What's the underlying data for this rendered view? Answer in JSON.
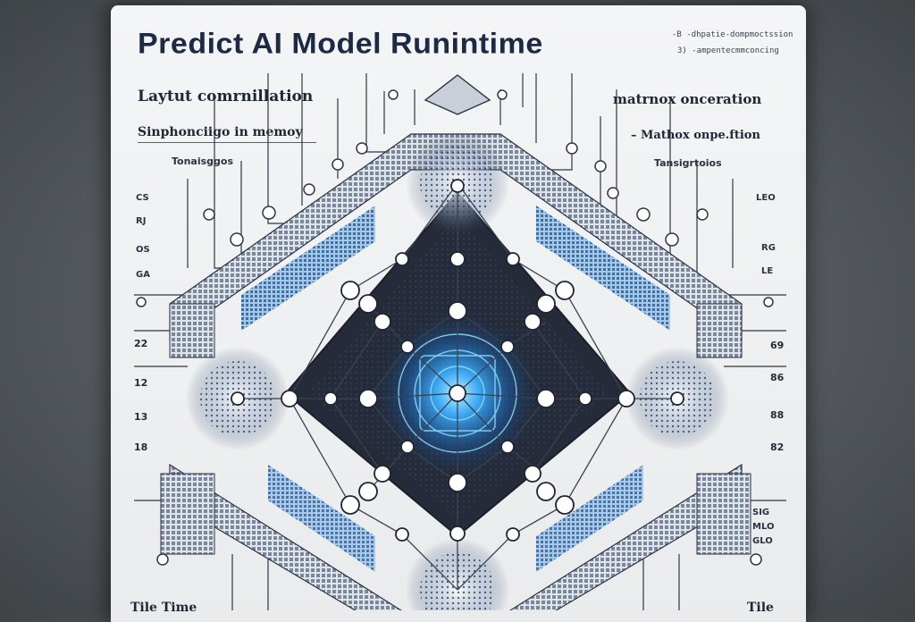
{
  "title": "Predict AI Model Runintime",
  "corner_notes": [
    "-B -dhpatie-dompmoctssion",
    "3) -ampentecmmconcing"
  ],
  "left_labels": {
    "heading": "Laytut comrnillation",
    "sub": "Sinphonciigo in memoy",
    "section": "Tonaisggos"
  },
  "right_labels": {
    "heading": "matrnox onceration",
    "sub": "– Mathox onpe.ftion",
    "section": "Tansigrtoios"
  },
  "left_numbers": [
    "22",
    "12",
    "13",
    "18"
  ],
  "right_numbers": [
    "69",
    "86",
    "88",
    "82"
  ],
  "footer_left": "Tile Time",
  "footer_right": "Tile",
  "side_codes_left": [
    "CS",
    "RJ",
    "OS",
    "GA"
  ],
  "side_codes_right": [
    "LEO",
    "RG",
    "LE",
    "SIG",
    "MLO",
    "GLO"
  ],
  "colors": {
    "accent_glow": "#39a8ff",
    "node": "#ffffff",
    "lines": "#2a3140",
    "dark_core": "#202633"
  }
}
